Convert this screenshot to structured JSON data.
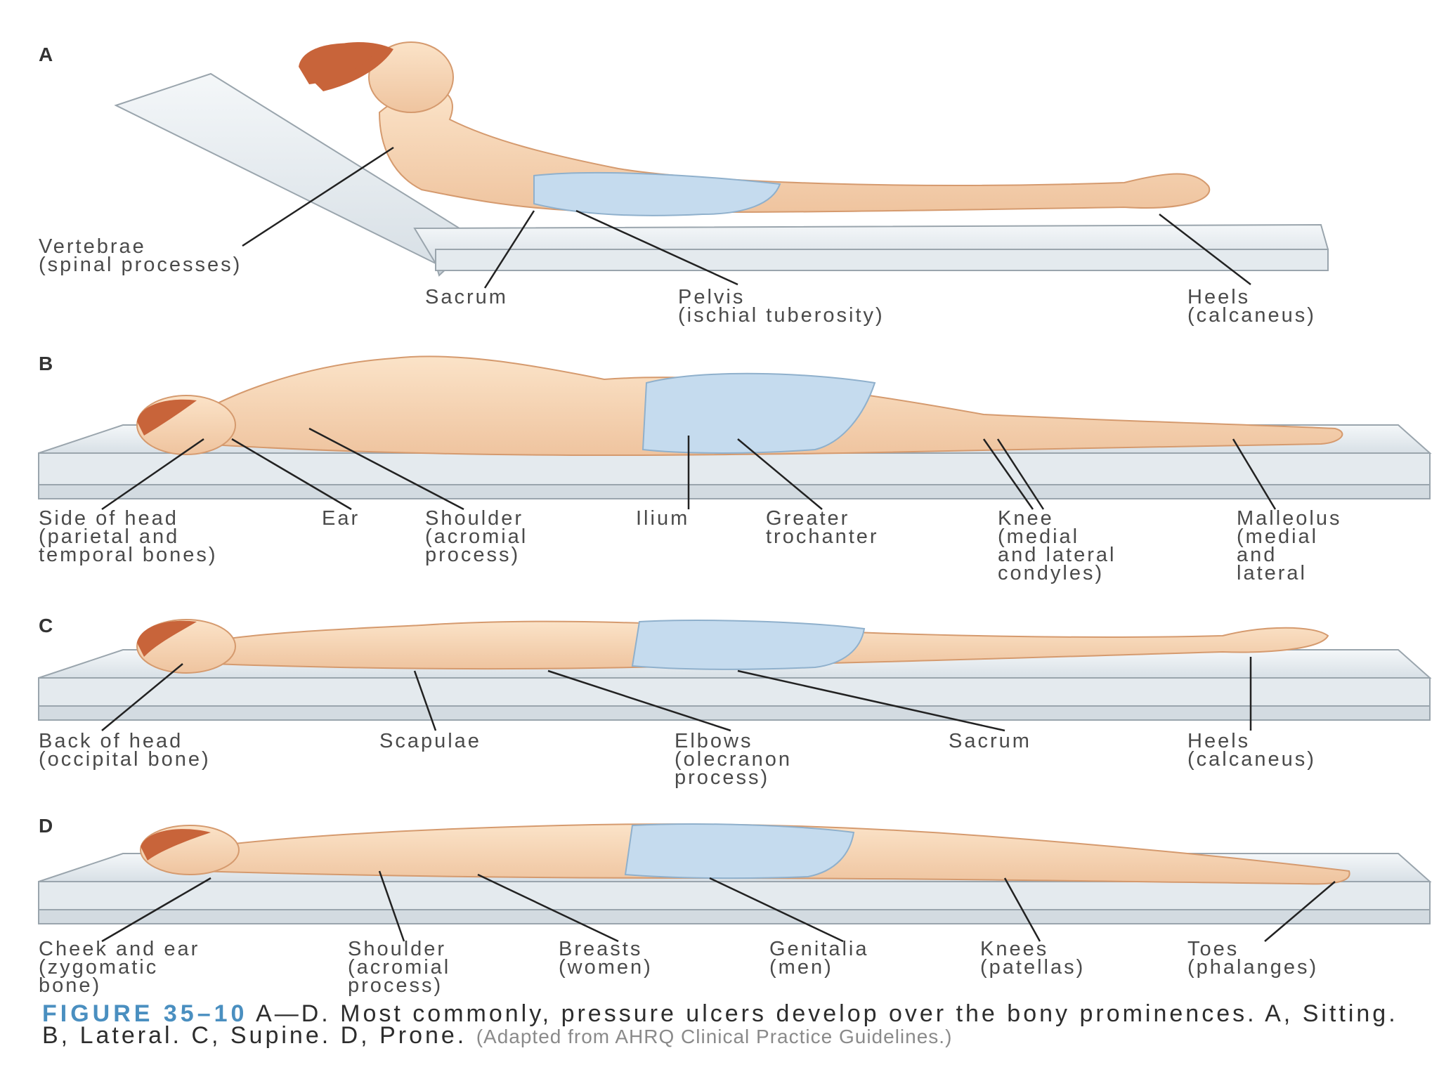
{
  "panels": {
    "A": {
      "letter": "A",
      "labels": {
        "vertebrae": [
          "Vertebrae",
          "(spinal processes)"
        ],
        "sacrum": [
          "Sacrum"
        ],
        "pelvis": [
          "Pelvis",
          "(ischial tuberosity)"
        ],
        "heels": [
          "Heels",
          "(calcaneus)"
        ]
      }
    },
    "B": {
      "letter": "B",
      "labels": {
        "side_of_head": [
          "Side of head",
          "(parietal and",
          "temporal bones)"
        ],
        "ear": [
          "Ear"
        ],
        "shoulder": [
          "Shoulder",
          "(acromial",
          "process)"
        ],
        "ilium": [
          "Ilium"
        ],
        "greater_trochanter": [
          "Greater",
          "trochanter"
        ],
        "knee": [
          "Knee",
          "(medial",
          "and lateral",
          "condyles)"
        ],
        "malleolus": [
          "Malleolus",
          "(medial",
          "and",
          "lateral"
        ]
      }
    },
    "C": {
      "letter": "C",
      "labels": {
        "back_of_head": [
          "Back of head",
          "(occipital bone)"
        ],
        "scapulae": [
          "Scapulae"
        ],
        "elbows": [
          "Elbows",
          "(olecranon",
          "process)"
        ],
        "sacrum": [
          "Sacrum"
        ],
        "heels": [
          "Heels",
          "(calcaneus)"
        ]
      }
    },
    "D": {
      "letter": "D",
      "labels": {
        "cheek_and_ear": [
          "Cheek and ear",
          "(zygomatic",
          "bone)"
        ],
        "shoulder": [
          "Shoulder",
          "(acromial",
          "process)"
        ],
        "breasts": [
          "Breasts",
          "(women)"
        ],
        "genitalia": [
          "Genitalia",
          "(men)"
        ],
        "knees": [
          "Knees",
          "(patellas)"
        ],
        "toes": [
          "Toes",
          "(phalanges)"
        ]
      }
    }
  },
  "caption": {
    "figure_number": "FIGURE 35–10",
    "text": "A—D. Most commonly, pressure ulcers develop over the bony prominences. A, Sitting. B, Lateral. C, Supine. D, Prone.",
    "source": "(Adapted from AHRQ Clinical Practice Guidelines.)"
  },
  "colors": {
    "skin": "#f7d6b5",
    "skin_shadow": "#e8b891",
    "hair": "#c8643a",
    "shorts": "#c5dbee",
    "mattress": "#e9eef2",
    "mattress_edge": "#c9d2d9",
    "leader": "#222222",
    "caption_accent": "#4a8fc0"
  }
}
